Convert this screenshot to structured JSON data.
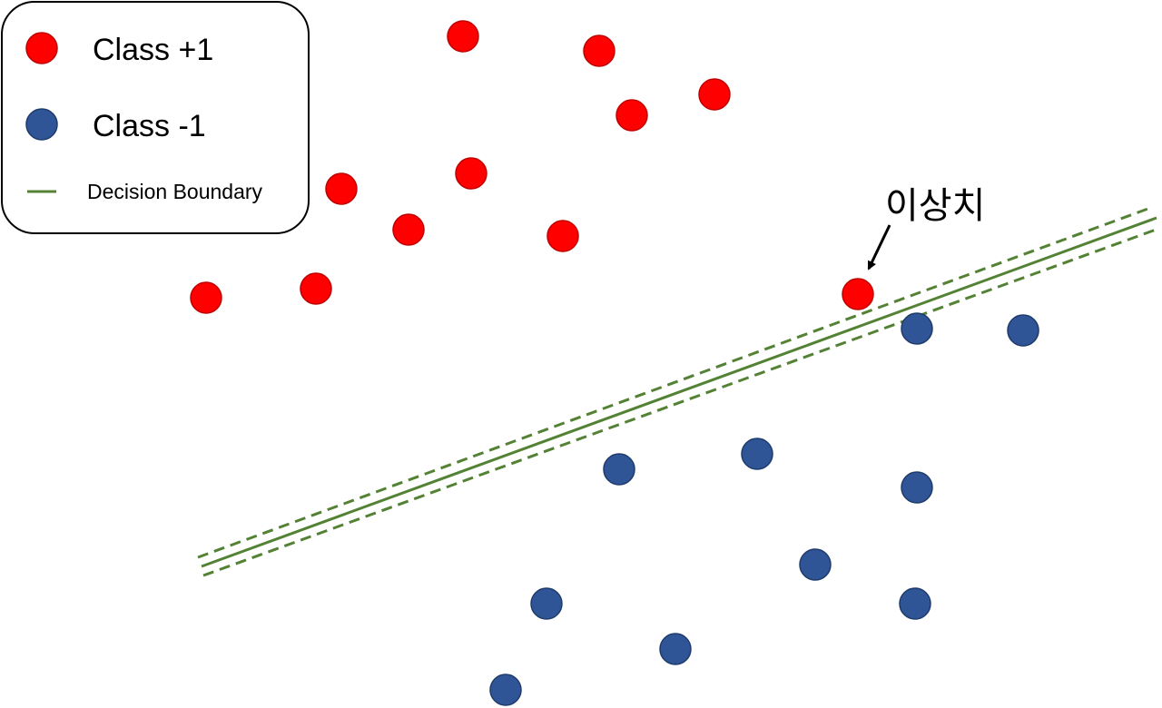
{
  "legend": {
    "class_pos_label": "Class +1",
    "class_neg_label": "Class -1",
    "boundary_label": "Decision Boundary"
  },
  "annotation": {
    "outlier_label": "이상치"
  },
  "colors": {
    "class_pos": "#ff0000",
    "class_pos_stroke": "#c00000",
    "class_neg": "#2f5597",
    "class_neg_stroke": "#1f3b6b",
    "boundary": "#548235",
    "legend_border": "#000000"
  },
  "points": {
    "class_pos": [
      [
        510,
        40
      ],
      [
        660,
        56
      ],
      [
        787,
        104
      ],
      [
        696,
        127
      ],
      [
        376,
        208
      ],
      [
        519,
        191
      ],
      [
        450,
        253
      ],
      [
        620,
        260
      ],
      [
        227,
        328
      ],
      [
        348,
        318
      ],
      [
        945,
        324
      ]
    ],
    "class_neg": [
      [
        1010,
        362
      ],
      [
        1127,
        364
      ],
      [
        682,
        517
      ],
      [
        834,
        500
      ],
      [
        1010,
        537
      ],
      [
        898,
        622
      ],
      [
        602,
        665
      ],
      [
        1008,
        665
      ],
      [
        744,
        715
      ],
      [
        557,
        760
      ]
    ]
  },
  "boundary": {
    "solid": [
      [
        222,
        624
      ],
      [
        1274,
        240
      ]
    ],
    "margin_upper": [
      [
        218,
        614
      ],
      [
        1270,
        228
      ]
    ],
    "margin_lower": [
      [
        224,
        634
      ],
      [
        1276,
        252
      ]
    ]
  },
  "outlier_arrow": {
    "from": [
      980,
      248
    ],
    "to": [
      957,
      296
    ]
  }
}
